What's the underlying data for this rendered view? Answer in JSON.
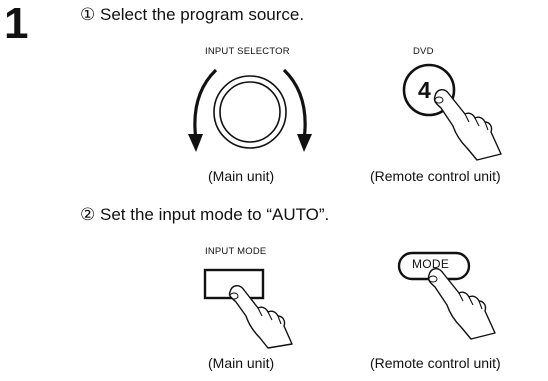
{
  "step": {
    "number": "1"
  },
  "instruction1": {
    "marker": "①",
    "text": "Select the program source."
  },
  "instruction2": {
    "marker": "②",
    "text": "Set the input mode to “AUTO”."
  },
  "figure1": {
    "main_label": "INPUT SELECTOR",
    "main_caption": "(Main unit)",
    "remote_label": "DVD",
    "remote_button": "4",
    "remote_caption": "(Remote control unit)"
  },
  "figure2": {
    "main_label": "INPUT MODE",
    "main_caption": "(Main unit)",
    "remote_button": "MODE",
    "remote_caption": "(Remote control unit)"
  }
}
